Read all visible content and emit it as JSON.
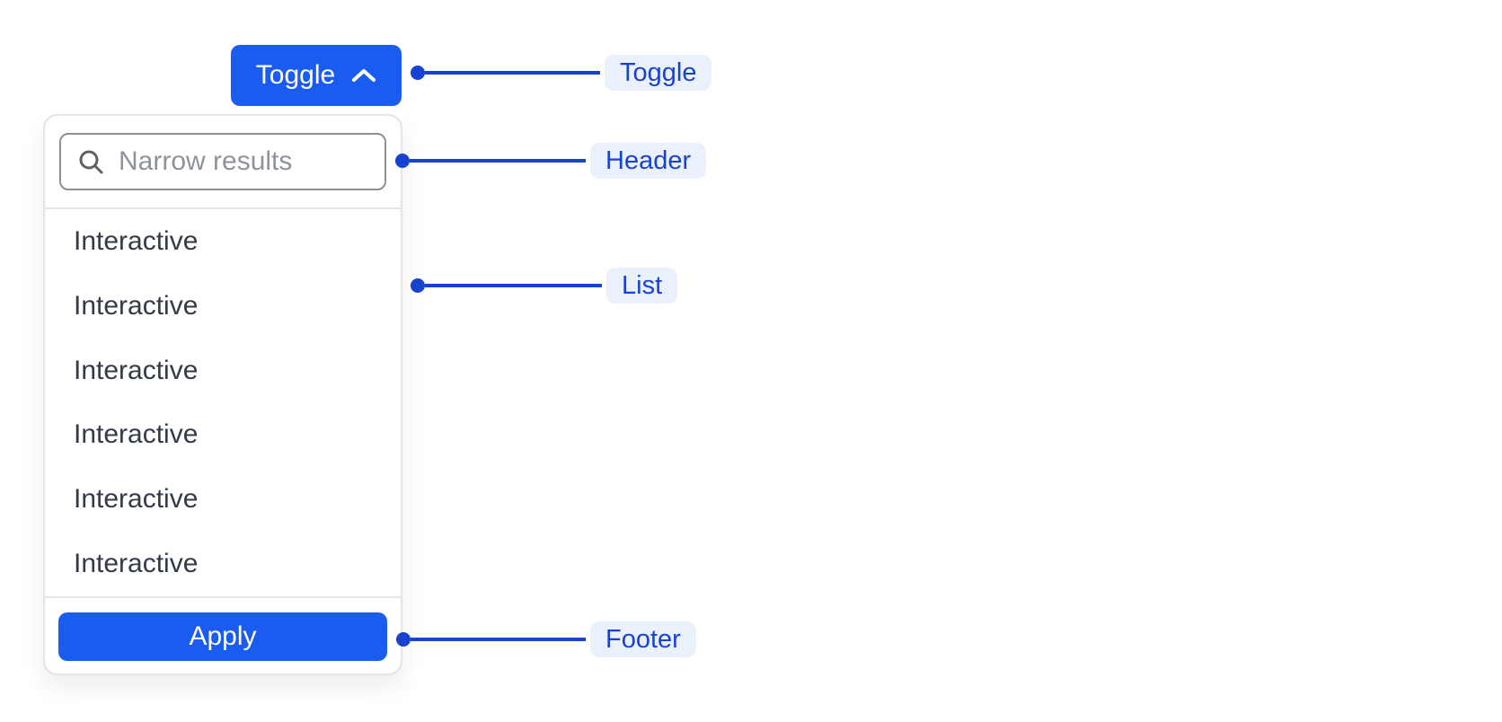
{
  "toggle_button": {
    "label": "Toggle",
    "icon": "chevron-up"
  },
  "popover": {
    "header": {
      "search_placeholder": "Narrow results",
      "search_value": "",
      "icon": "search"
    },
    "list": {
      "items": [
        "Interactive",
        "Interactive",
        "Interactive",
        "Interactive",
        "Interactive",
        "Interactive"
      ]
    },
    "footer": {
      "apply_label": "Apply"
    }
  },
  "annotations": {
    "toggle": {
      "label": "Toggle"
    },
    "header": {
      "label": "Header"
    },
    "list": {
      "label": "List"
    },
    "footer": {
      "label": "Footer"
    }
  },
  "colors": {
    "button_blue": "#1A5CF0",
    "annotation_blue": "#1843D2",
    "annotation_bg": "#EBF1FC",
    "panel_border": "#E3E4E6",
    "input_border": "#8C9196",
    "divider": "#E5E6E8",
    "text_dark": "#343A46",
    "placeholder_gray": "#8E939B"
  }
}
